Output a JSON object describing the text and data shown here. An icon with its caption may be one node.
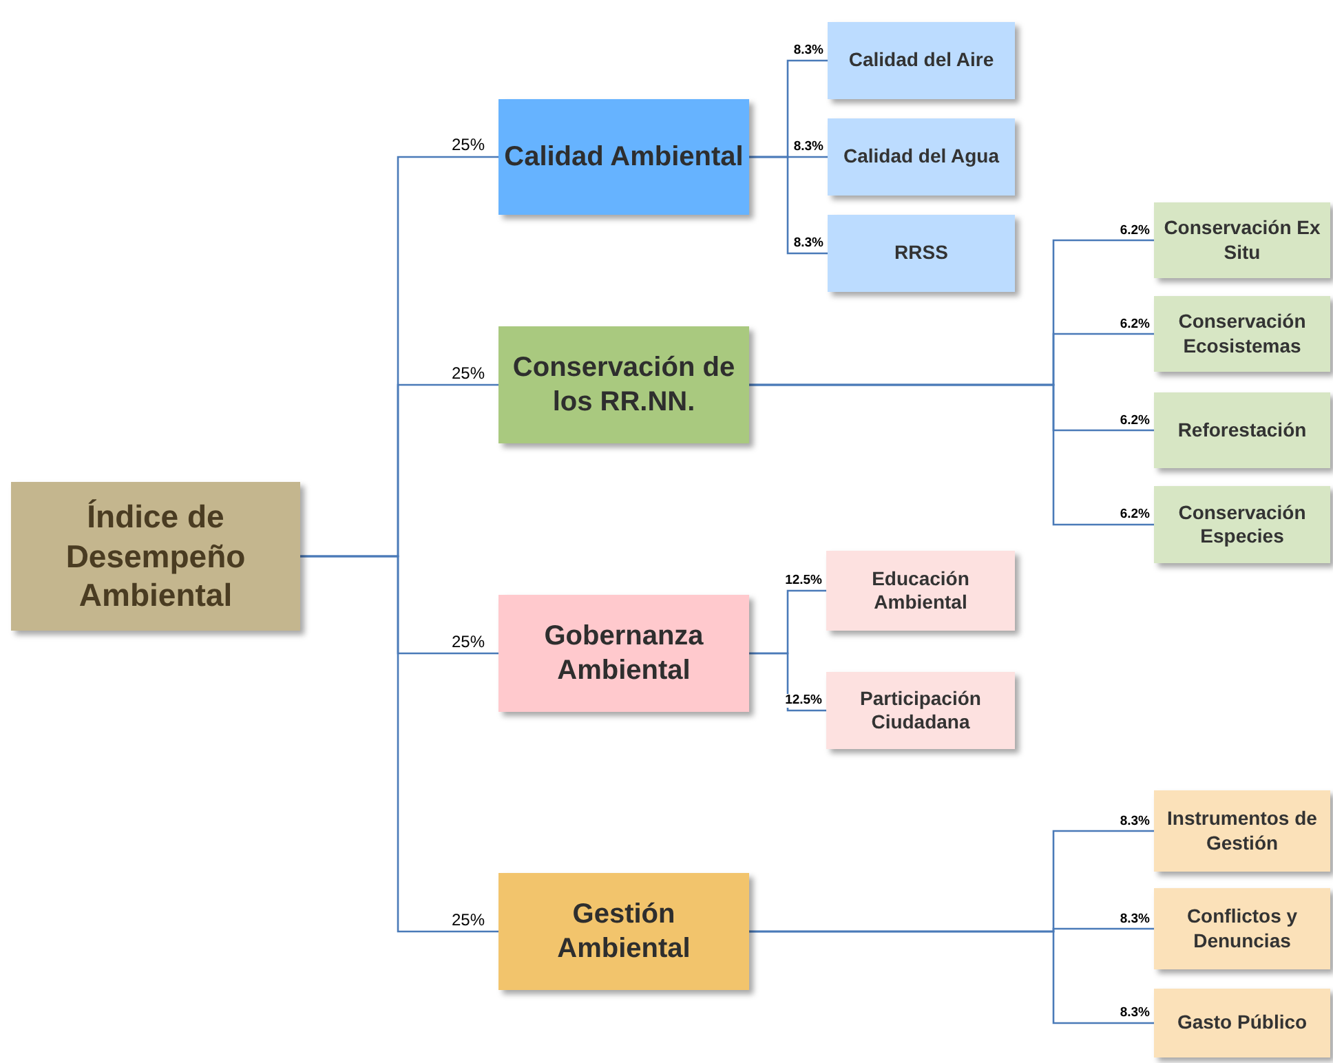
{
  "diagram": {
    "nodes": [
      {
        "text": [
          "Índice de Desempeño Ambiental"
        ]
      },
      {
        "text": [
          "Calidad Ambiental"
        ]
      },
      {
        "text": [
          "Calidad del Aire"
        ]
      },
      {
        "text": [
          "Calidad del Agua"
        ]
      },
      {
        "text": [
          "RRSS"
        ]
      },
      {
        "text": [
          "Conservación de los RR.NN."
        ]
      },
      {
        "text": [
          "Conservación Ex Situ"
        ]
      },
      {
        "text": [
          "Conservación Ecosistemas"
        ]
      },
      {
        "text": [
          "Reforestación"
        ]
      },
      {
        "text": [
          "Conservación Especies"
        ]
      },
      {
        "text": [
          "Gobernanza Ambiental"
        ]
      },
      {
        "text": [
          "Educación Ambiental"
        ]
      },
      {
        "text": [
          "Participación Ciudadana"
        ]
      },
      {
        "text": [
          "Gestión Ambiental"
        ]
      },
      {
        "text": [
          "Instrumentos de Gestión"
        ]
      },
      {
        "text": [
          "Conflictos y Denuncias"
        ]
      },
      {
        "text": [
          "Gasto Público"
        ]
      }
    ],
    "edges": [
      {
        "from": 0,
        "to": 1,
        "arrow": "none",
        "label": "25%"
      },
      {
        "from": 0,
        "to": 5,
        "arrow": "none",
        "label": "25%"
      },
      {
        "from": 0,
        "to": 10,
        "arrow": "none",
        "label": "25%"
      },
      {
        "from": 0,
        "to": 13,
        "arrow": "none",
        "label": "25%"
      },
      {
        "from": 1,
        "to": 2,
        "arrow": "none",
        "label": "8.3%"
      },
      {
        "from": 1,
        "to": 3,
        "arrow": "none",
        "label": "8.3%"
      },
      {
        "from": 1,
        "to": 4,
        "arrow": "none",
        "label": "8.3%"
      },
      {
        "from": 5,
        "to": 6,
        "arrow": "none",
        "label": "6.2%"
      },
      {
        "from": 5,
        "to": 7,
        "arrow": "none",
        "label": "6.2%"
      },
      {
        "from": 5,
        "to": 8,
        "arrow": "none",
        "label": "6.2%"
      },
      {
        "from": 5,
        "to": 9,
        "arrow": "none",
        "label": "6.2%"
      },
      {
        "from": 10,
        "to": 11,
        "arrow": "none",
        "label": "12.5%"
      },
      {
        "from": 10,
        "to": 12,
        "arrow": "none",
        "label": "12.5%"
      },
      {
        "from": 13,
        "to": 14,
        "arrow": "none",
        "label": "8.3%"
      },
      {
        "from": 13,
        "to": 15,
        "arrow": "none",
        "label": "8.3%"
      },
      {
        "from": 13,
        "to": 16,
        "arrow": "none",
        "label": "8.3%"
      }
    ]
  }
}
